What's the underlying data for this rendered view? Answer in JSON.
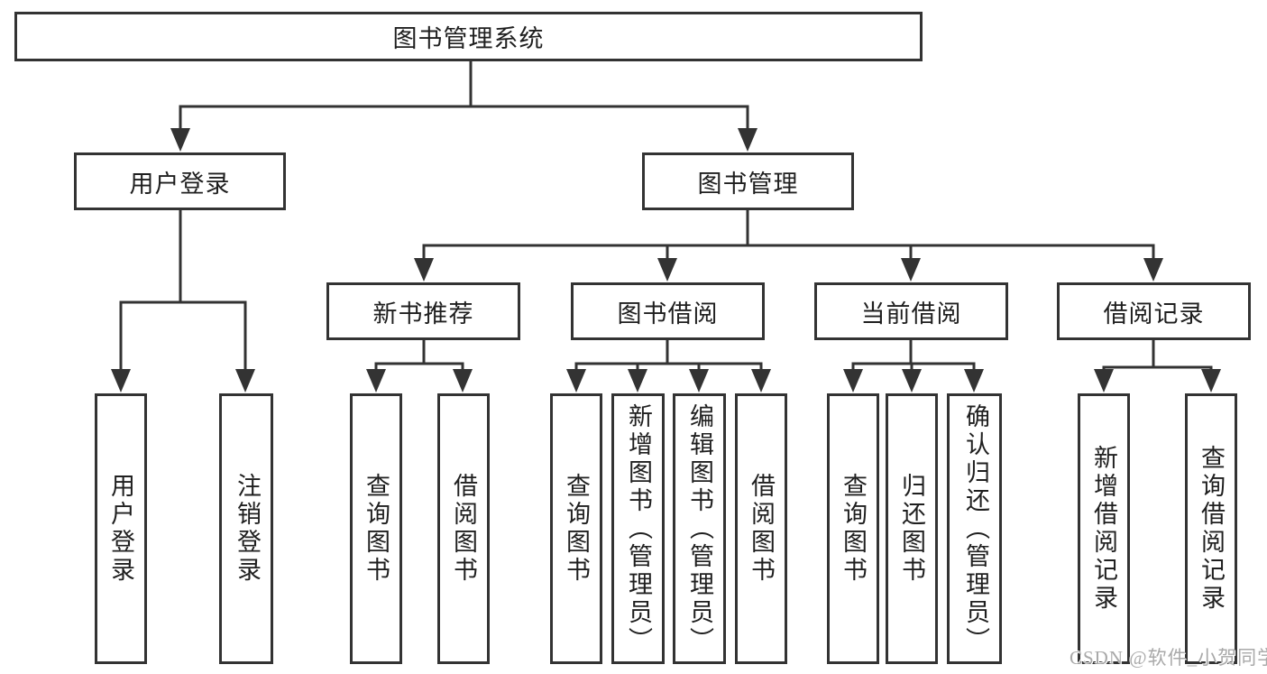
{
  "diagram": {
    "root": {
      "label": "图书管理系统"
    },
    "level2": [
      {
        "label": "用户登录"
      },
      {
        "label": "图书管理"
      }
    ],
    "level3": [
      {
        "label": "新书推荐"
      },
      {
        "label": "图书借阅"
      },
      {
        "label": "当前借阅"
      },
      {
        "label": "借阅记录"
      }
    ],
    "leaves": [
      {
        "label": "用户登录"
      },
      {
        "label": "注销登录"
      },
      {
        "label": "查询图书"
      },
      {
        "label": "借阅图书"
      },
      {
        "label": "查询图书"
      },
      {
        "label": "新增图书（管理员）"
      },
      {
        "label": "编辑图书（管理员）"
      },
      {
        "label": "借阅图书"
      },
      {
        "label": "查询图书"
      },
      {
        "label": "归还图书"
      },
      {
        "label": "确认归还（管理员）"
      },
      {
        "label": "新增借阅记录"
      },
      {
        "label": "查询借阅记录"
      }
    ],
    "edges": [
      {
        "from": "图书管理系统",
        "to": [
          "用户登录",
          "图书管理"
        ]
      },
      {
        "from": "用户登录",
        "to": [
          "用户登录",
          "注销登录"
        ]
      },
      {
        "from": "图书管理",
        "to": [
          "新书推荐",
          "图书借阅",
          "当前借阅",
          "借阅记录"
        ]
      },
      {
        "from": "新书推荐",
        "to": [
          "查询图书",
          "借阅图书"
        ]
      },
      {
        "from": "图书借阅",
        "to": [
          "查询图书",
          "新增图书（管理员）",
          "编辑图书（管理员）",
          "借阅图书"
        ]
      },
      {
        "from": "当前借阅",
        "to": [
          "查询图书",
          "归还图书",
          "确认归还（管理员）"
        ]
      },
      {
        "from": "借阅记录",
        "to": [
          "新增借阅记录",
          "查询借阅记录"
        ]
      }
    ],
    "watermark": "CSDN @软件_小贺同学",
    "colors": {
      "line": "#333333",
      "box_border": "#333333",
      "box_fill": "#ffffff",
      "text": "#1f1f1f",
      "watermark": "#a9a9a9",
      "background": "#ffffff"
    }
  }
}
